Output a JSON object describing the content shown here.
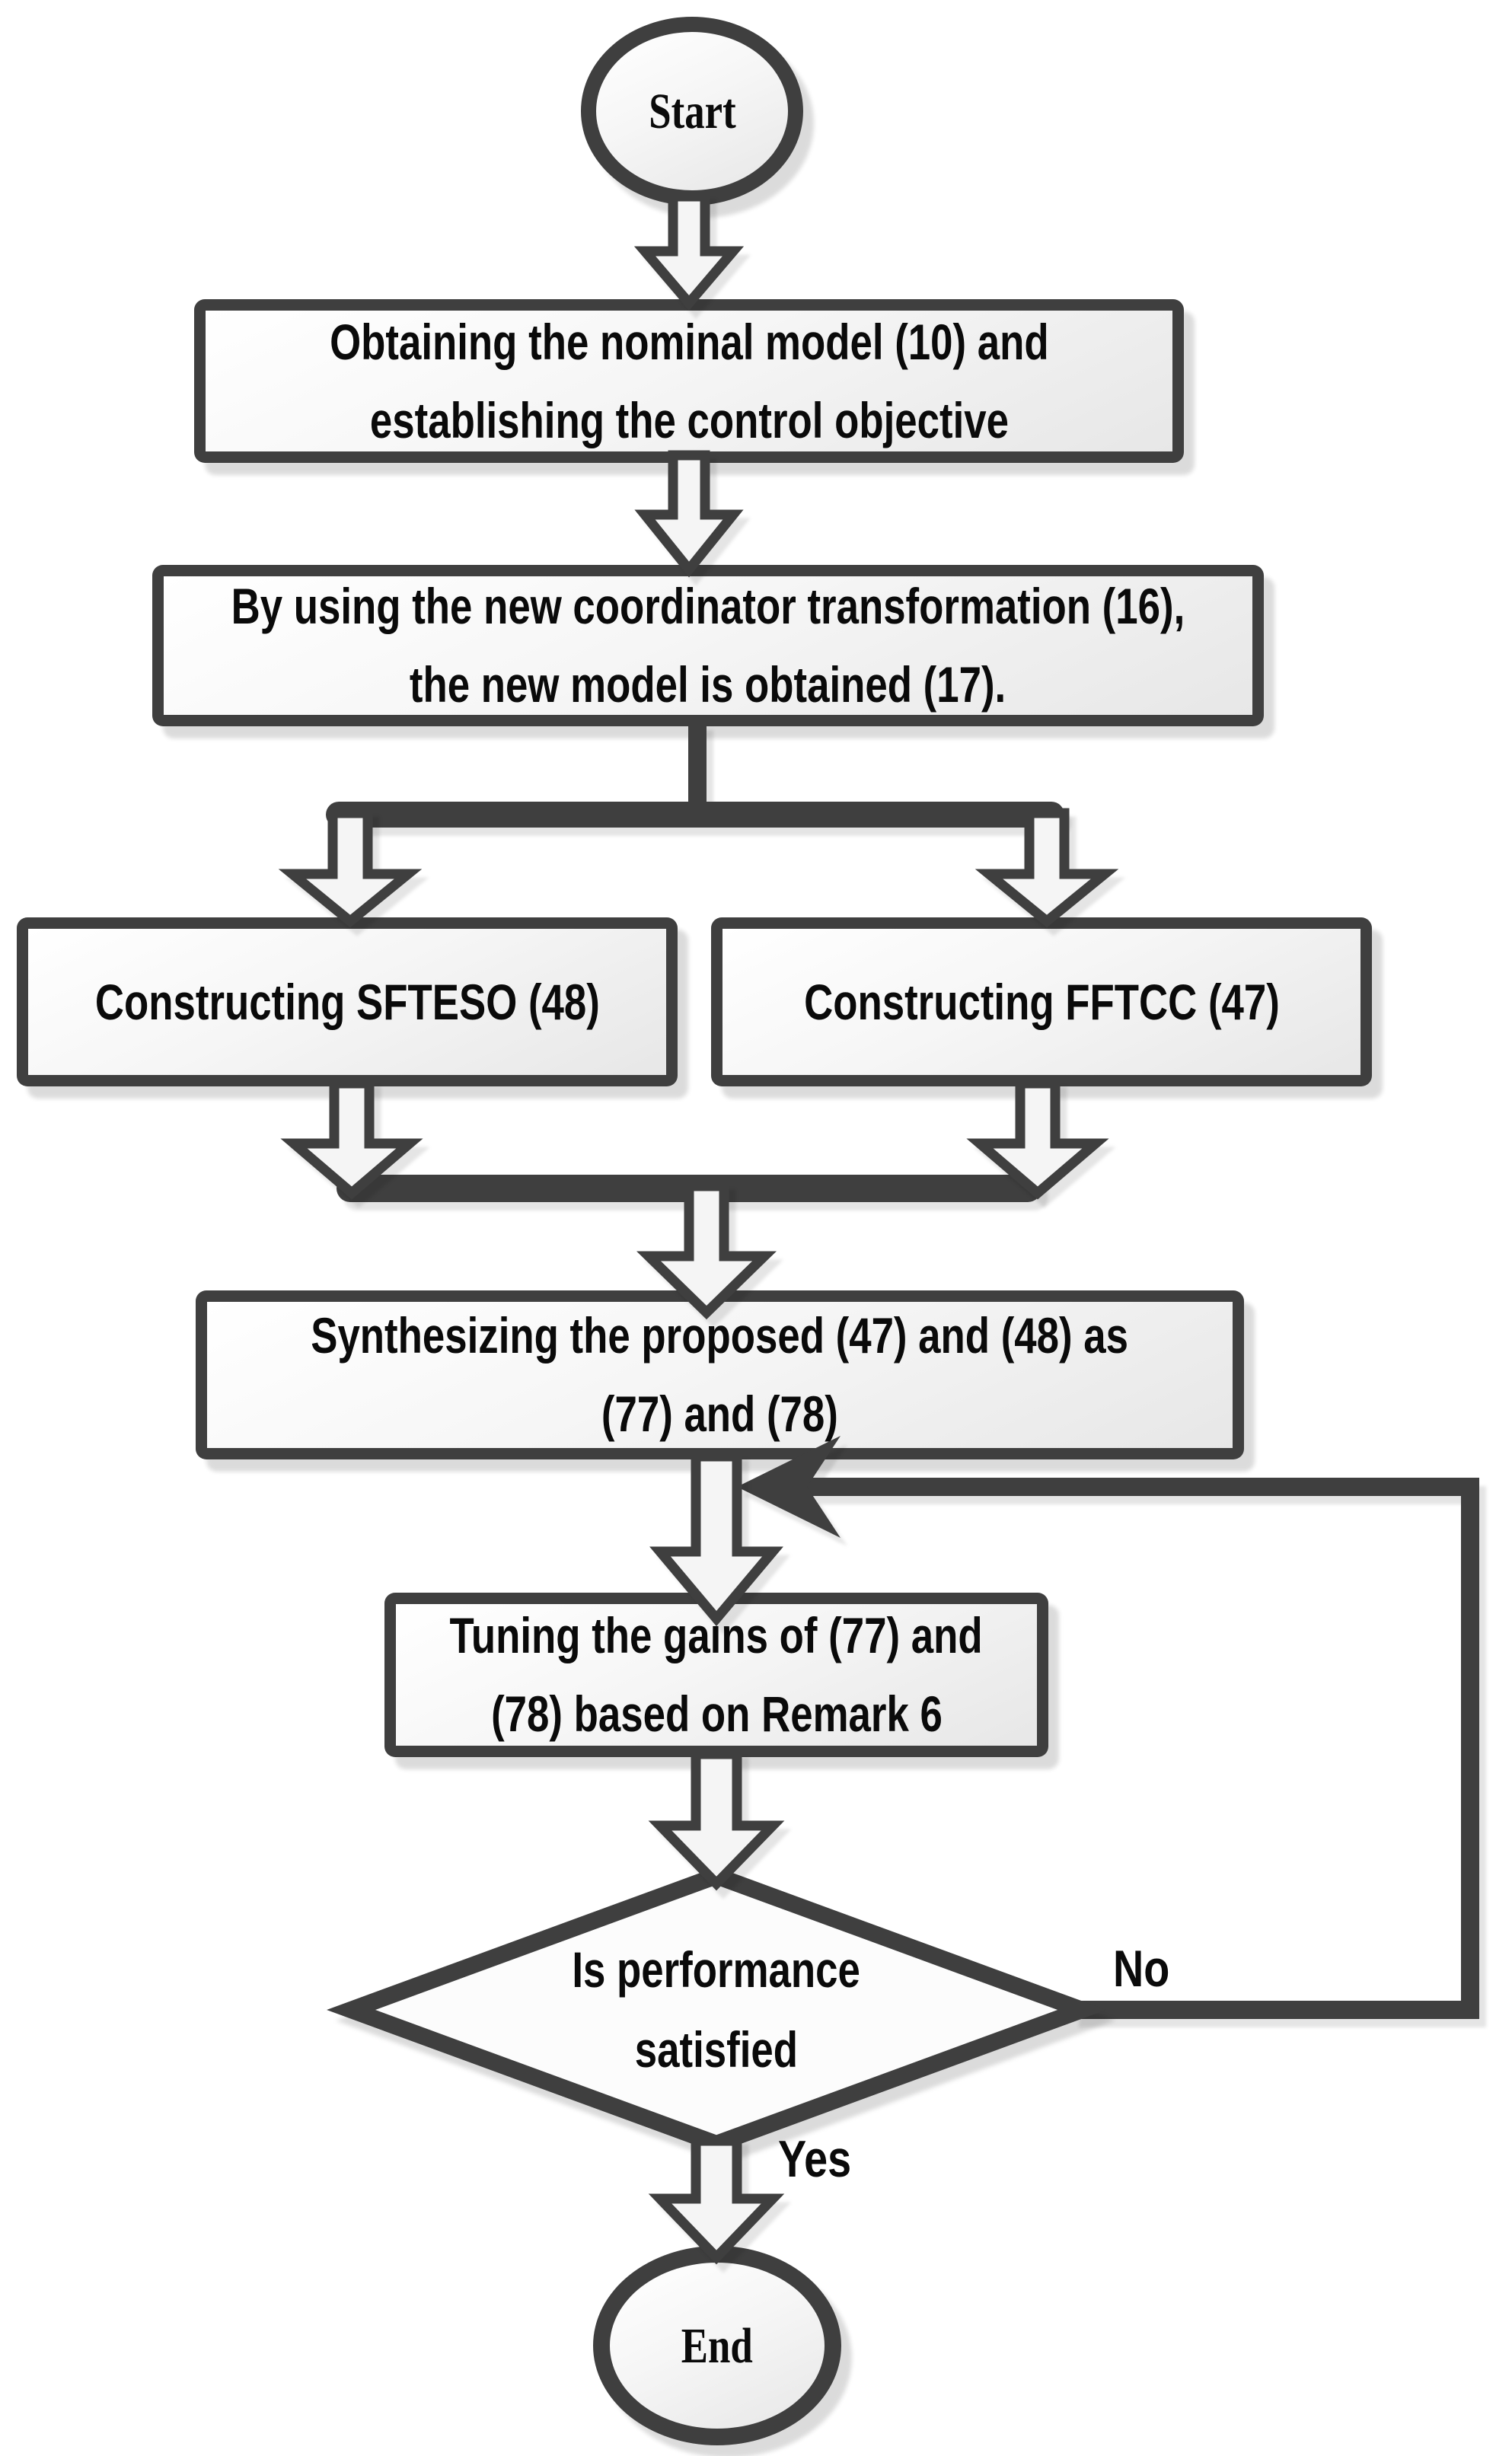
{
  "flowchart": {
    "nodes": {
      "start": {
        "label": "Start"
      },
      "step1": {
        "line1": "Obtaining the nominal model (10) and",
        "line2": "establishing the control objective"
      },
      "step2": {
        "line1": "By using the new coordinator transformation (16),",
        "line2": "the new model is obtained (17)."
      },
      "construct_sfteso": {
        "label": "Constructing SFTESO (48)"
      },
      "construct_fftcc": {
        "label": "Constructing FFTCC (47)"
      },
      "synthesize": {
        "line1": "Synthesizing the proposed (47) and (48) as",
        "line2": "(77) and (78)"
      },
      "tune": {
        "line1": "Tuning the gains of (77) and",
        "line2": "(78) based on Remark 6"
      },
      "decision": {
        "line1": "Is performance",
        "line2": "satisfied"
      },
      "end": {
        "label": "End"
      }
    },
    "labels": {
      "no": "No",
      "yes": "Yes"
    },
    "colors": {
      "stroke": "#3f3f3f",
      "arrow_fill": "#f5f5f5",
      "node_fill_top": "#ffffff",
      "node_fill_bottom": "#e7e7e7",
      "diamond_fill": "#fcfcfc",
      "text": "#0a0a0a"
    }
  }
}
